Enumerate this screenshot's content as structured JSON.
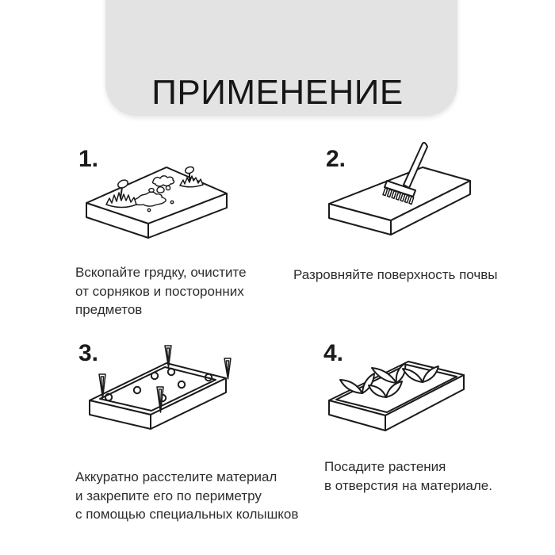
{
  "colors": {
    "header_bg": "#e3e3e3",
    "title": "#161616",
    "text": "#2d2d2d",
    "line": "#1b1b1b",
    "background": "#ffffff"
  },
  "header": {
    "title": "ПРИМЕНЕНИЕ"
  },
  "steps": [
    {
      "number": "1.",
      "illustration": "garden-bed-with-weeds",
      "caption_lines": [
        "Вскопайте грядку, очистите",
        "от сорняков и посторонних",
        "предметов"
      ]
    },
    {
      "number": "2.",
      "illustration": "rake-leveling-soil",
      "caption_lines": [
        "Разровняйте поверхность почвы"
      ]
    },
    {
      "number": "3.",
      "illustration": "material-pegged-on-bed",
      "caption_lines": [
        "Аккуратно расстелите материал",
        "и закрепите его по периметру",
        "с помощью специальных колышков"
      ]
    },
    {
      "number": "4.",
      "illustration": "plants-in-material-holes",
      "caption_lines": [
        "Посадите растения",
        "в отверстия на материале."
      ]
    }
  ]
}
